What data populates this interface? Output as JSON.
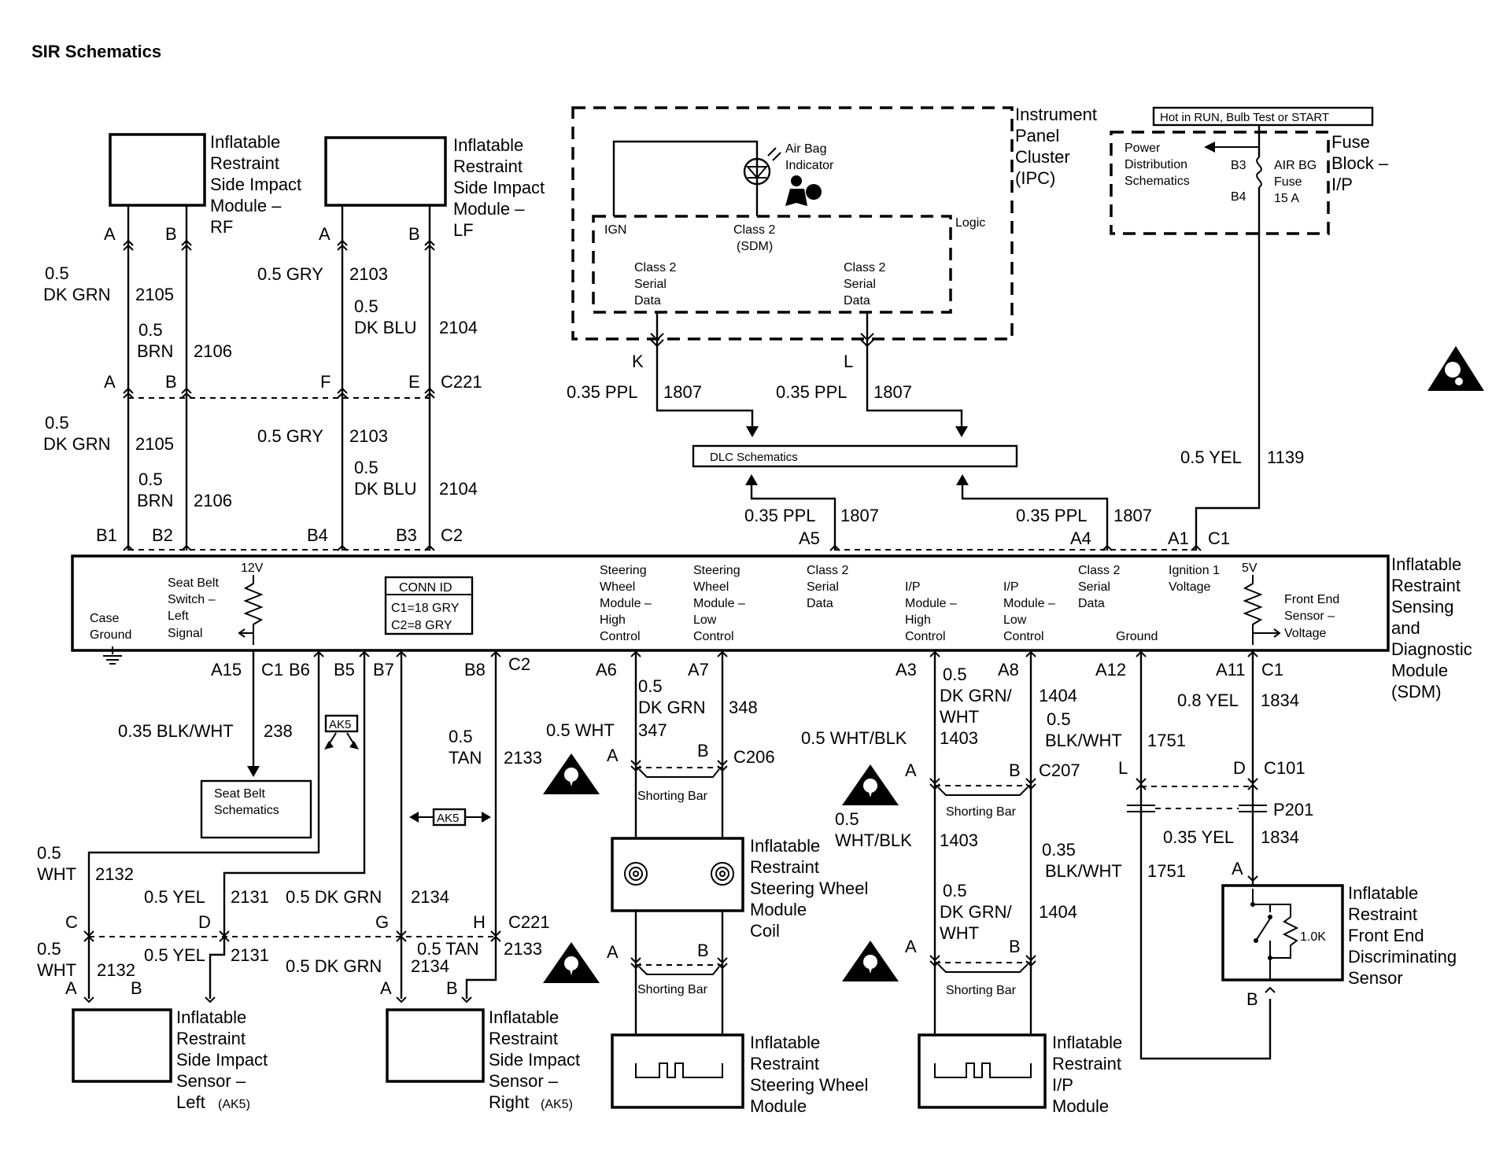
{
  "title": "SIR Schematics",
  "modules": {
    "rf": [
      "Inflatable",
      "Restraint",
      "Side Impact",
      "Module –",
      "RF"
    ],
    "lf": [
      "Inflatable",
      "Restraint",
      "Side Impact",
      "Module –",
      "LF"
    ],
    "ipc": [
      "Instrument",
      "Panel",
      "Cluster",
      "(IPC)"
    ],
    "fuse_block": [
      "Fuse",
      "Block –",
      "I/P"
    ],
    "sdm": [
      "Inflatable",
      "Restraint",
      "Sensing",
      "and",
      "Diagnostic",
      "Module",
      "(SDM)"
    ],
    "sensor_left": [
      "Inflatable",
      "Restraint",
      "Side Impact",
      "Sensor –",
      "Left"
    ],
    "sensor_right": [
      "Inflatable",
      "Restraint",
      "Side Impact",
      "Sensor –",
      "Right"
    ],
    "sw_coil": [
      "Inflatable",
      "Restraint",
      "Steering Wheel",
      "Module",
      "Coil"
    ],
    "sw_module": [
      "Inflatable",
      "Restraint",
      "Steering Wheel",
      "Module"
    ],
    "ip_module": [
      "Inflatable",
      "Restraint",
      "I/P",
      "Module"
    ],
    "front_sensor": [
      "Inflatable",
      "Restraint",
      "Front End",
      "Discriminating",
      "Sensor"
    ]
  },
  "labels": {
    "ak5": "(AK5)",
    "ak5_box": "AK5",
    "hot_in_run": "Hot in RUN, Bulb Test or START",
    "power_dist": [
      "Power",
      "Distribution",
      "Schematics"
    ],
    "fuse": [
      "AIR BG",
      "Fuse",
      "15 A"
    ],
    "b3": "B3",
    "b4": "B4",
    "air_bag_indicator": [
      "Air Bag",
      "Indicator"
    ],
    "logic": "Logic",
    "ign": "IGN",
    "class2_sdm": [
      "Class 2",
      "(SDM)"
    ],
    "class2_serial": [
      "Class 2",
      "Serial",
      "Data"
    ],
    "dlc": "DLC Schematics",
    "seat_belt_schematics": [
      "Seat Belt",
      "Schematics"
    ],
    "shorting_bar": "Shorting Bar",
    "resistor": "1.0K",
    "conn_id": [
      "CONN ID",
      "C1=18 GRY",
      "C2=8 GRY"
    ],
    "twelve_v": "12V",
    "five_v": "5V",
    "case_ground": [
      "Case",
      "Ground"
    ],
    "seat_belt_switch": [
      "Seat Belt",
      "Switch –",
      "Left",
      "Signal"
    ],
    "sw_high": [
      "Steering",
      "Wheel",
      "Module –",
      "High",
      "Control"
    ],
    "sw_low": [
      "Steering",
      "Wheel",
      "Module –",
      "Low",
      "Control"
    ],
    "ip_high": [
      "I/P",
      "Module –",
      "High",
      "Control"
    ],
    "ip_low": [
      "I/P",
      "Module –",
      "Low",
      "Control"
    ],
    "ign1_voltage": [
      "Ignition 1",
      "Voltage"
    ],
    "ground": "Ground",
    "fes_voltage": [
      "Front End",
      "Sensor –",
      "Voltage"
    ]
  },
  "connectors": {
    "c221": "C221",
    "c2": "C2",
    "c1": "C1",
    "c206": "C206",
    "c207": "C207",
    "c101": "C101",
    "p201": "P201"
  },
  "pins": {
    "A": "A",
    "B": "B",
    "C": "C",
    "D": "D",
    "E": "E",
    "F": "F",
    "G": "G",
    "H": "H",
    "K": "K",
    "L": "L",
    "B1": "B1",
    "B2": "B2",
    "B3": "B3",
    "B4": "B4",
    "B5": "B5",
    "B6": "B6",
    "B7": "B7",
    "B8": "B8",
    "A1": "A1",
    "A3": "A3",
    "A4": "A4",
    "A5": "A5",
    "A6": "A6",
    "A7": "A7",
    "A8": "A8",
    "A11": "A11",
    "A12": "A12",
    "A15": "A15"
  },
  "wires": {
    "w05": "0.5",
    "w035": "0.35",
    "dkgrn": "DK GRN",
    "brn": "BRN",
    "gry": "0.5 GRY",
    "dkblu": "DK BLU",
    "ppl": "0.35 PPL",
    "yel05": "0.5 YEL",
    "blkwht035": "0.35 BLK/WHT",
    "wht": "WHT",
    "tan": "TAN",
    "tan05": "0.5 TAN",
    "dkgrn05": "0.5 DK GRN",
    "wht05": "0.5 WHT",
    "whtblk05": "0.5 WHT/BLK",
    "whtblk": "WHT/BLK",
    "dkgrnwht": "DK GRN/",
    "wht2": "WHT",
    "blkwht": "BLK/WHT",
    "yel08": "0.8 YEL",
    "yel035": "0.35 YEL",
    "c2105": "2105",
    "c2106": "2106",
    "c2103": "2103",
    "c2104": "2104",
    "c1807": "1807",
    "c1139": "1139",
    "c238": "238",
    "c2132": "2132",
    "c2131": "2131",
    "c2134": "2134",
    "c2133": "2133",
    "c347": "347",
    "c348": "348",
    "c1403": "1403",
    "c1404": "1404",
    "c1751": "1751",
    "c1834": "1834"
  }
}
